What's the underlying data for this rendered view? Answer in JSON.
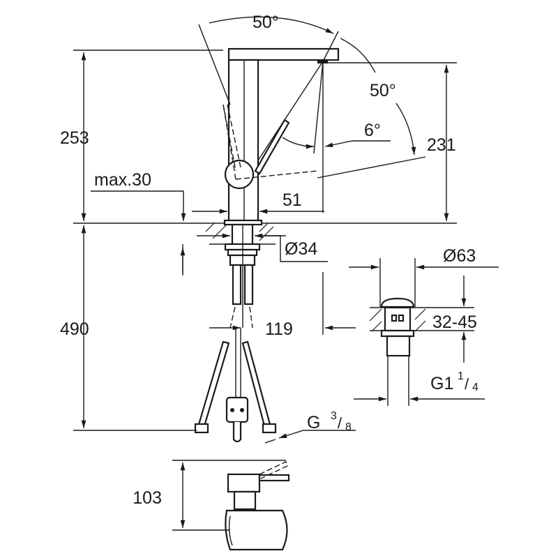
{
  "dimensions": {
    "height_total": "253",
    "spout_height": "231",
    "swivel_angle": "50°",
    "lever_angle": "50°",
    "lever_offset_angle": "6°",
    "max_thickness": "max.30",
    "body_width": "51",
    "hole_diameter": "Ø34",
    "hose_length": "490",
    "spout_reach": "119",
    "connection_thread": "G",
    "connection_num": "3",
    "connection_den": "8",
    "waste_diameter": "Ø63",
    "waste_range": "32-45",
    "waste_thread": "G1",
    "waste_num": "1",
    "waste_den": "4",
    "lever_height": "103"
  },
  "colors": {
    "line": "#1a1a1a",
    "background": "#ffffff"
  }
}
